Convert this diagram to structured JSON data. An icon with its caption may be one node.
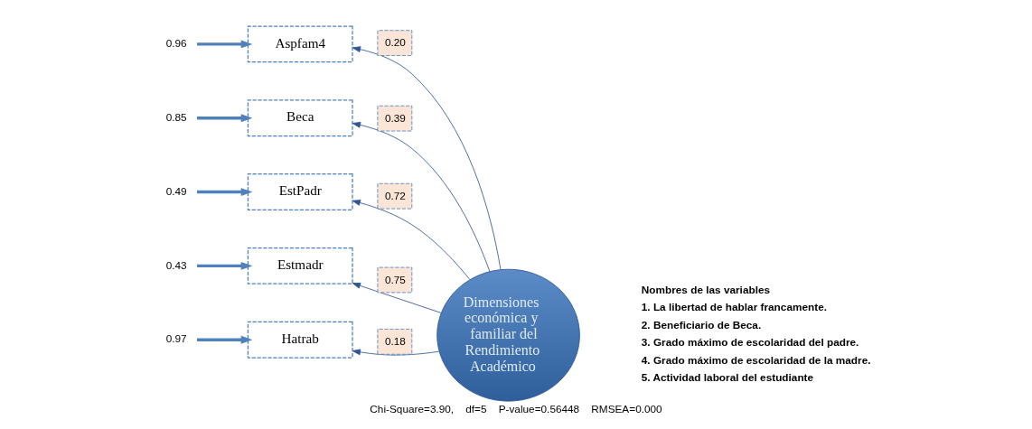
{
  "diagram": {
    "caption": "Chi-Square=3.90,    df=5    P-value=0.56448    RMSEA=0.000",
    "nodes": [
      {
        "text": [
          "0.96"
        ]
      },
      {
        "text": [
          "0.85"
        ]
      },
      {
        "text": [
          "0.49"
        ]
      },
      {
        "text": [
          "0.43"
        ]
      },
      {
        "text": [
          "0.97"
        ]
      },
      {
        "text": [
          "Aspfam4"
        ]
      },
      {
        "text": [
          "Beca"
        ]
      },
      {
        "text": [
          "EstPadr"
        ]
      },
      {
        "text": [
          "Estmadr"
        ]
      },
      {
        "text": [
          "Hatrab"
        ]
      },
      {
        "text": [
          "Dimensiones económica y familiar del Rendimiento Académico"
        ]
      }
    ],
    "edges": [
      {
        "from": 0,
        "to": 5,
        "arrow": "to",
        "style": "thick",
        "color": "#4f81bd"
      },
      {
        "from": 1,
        "to": 6,
        "arrow": "to",
        "style": "thick",
        "color": "#4f81bd"
      },
      {
        "from": 2,
        "to": 7,
        "arrow": "to",
        "style": "thick",
        "color": "#4f81bd"
      },
      {
        "from": 3,
        "to": 8,
        "arrow": "to",
        "style": "thick",
        "color": "#4f81bd"
      },
      {
        "from": 4,
        "to": 9,
        "arrow": "to",
        "style": "thick",
        "color": "#4f81bd"
      },
      {
        "from": 10,
        "to": 5,
        "arrow": "to",
        "label": "0.20"
      },
      {
        "from": 10,
        "to": 6,
        "arrow": "to",
        "label": "0.39"
      },
      {
        "from": 10,
        "to": 7,
        "arrow": "to",
        "label": "0.72"
      },
      {
        "from": 10,
        "to": 8,
        "arrow": "to",
        "label": "0.75"
      },
      {
        "from": 10,
        "to": 9,
        "arrow": "to",
        "label": "0.18"
      }
    ],
    "labels": [
      "Nombres de las variables",
      "1. La libertad de hablar francamente.",
      "2. Beneficiario de Beca.",
      "3. Grado máximo de escolaridad del padre.",
      "4. Grado máximo de escolaridad de la madre.",
      "5. Actividad laboral del estudiante"
    ]
  }
}
